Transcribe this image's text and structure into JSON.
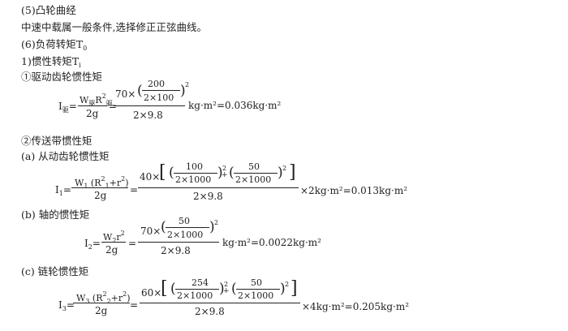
{
  "section5": {
    "heading": "(5)凸轮曲经",
    "text": "中速中载属一般条件,选择修正正弦曲线。"
  },
  "section6": {
    "heading": "(6)负荷转矩",
    "heading_symbol": "T",
    "heading_sub": "0"
  },
  "inertia": {
    "heading": "1)惯性转矩",
    "heading_symbol": "T",
    "heading_sub": "i"
  },
  "drive_gear": {
    "title": "①驱动齿轮惯性矩",
    "lhs_I": "I",
    "lhs_sub": "驱",
    "eq": "=",
    "num_W": "W",
    "num_W_sub": "驱",
    "num_R": "R",
    "num_R_sup": "2",
    "num_R_sub": "驱",
    "den": "2g",
    "eq2": "=",
    "num2_coef": "70×",
    "num2_inner_num": "200",
    "num2_inner_den": "2×100",
    "num2_exp": "2",
    "den2": "2×9.8",
    "result": "kg·m²=0.036kg·m²"
  },
  "belt": {
    "title": "②传送带惯性矩"
  },
  "driven_gear": {
    "title": "(a) 从动齿轮惯性矩",
    "lhs_I": "I",
    "lhs_sub": "1",
    "eq": "=",
    "num": "W",
    "num_sub": "1",
    "num_rest": "(R",
    "num_R_sup": "2",
    "num_R_sub": "1",
    "num_plus": "+r",
    "num_r_sup": "2",
    "num_close": ")",
    "den": "2g",
    "eq2": "=",
    "num2_coef": "40×",
    "term1_num": "100",
    "term1_den": "2×1000",
    "term1_exp": "2",
    "plus": "+",
    "term2_num": "50",
    "term2_den": "2×1000",
    "term2_exp": "2",
    "den2": "2×9.8",
    "result": "×2kg·m²=0.013kg·m²"
  },
  "shaft": {
    "title": "(b) 轴的惯性矩",
    "lhs_I": "I",
    "lhs_sub": "2",
    "eq": "=",
    "num": "W",
    "num_sub": "2",
    "num_r": "r",
    "num_r_sup": "2",
    "den": "2g",
    "eq2": "=",
    "num2_coef": "70×",
    "inner_num": "50",
    "inner_den": "2×1000",
    "exp": "2",
    "den2": "2×9.8",
    "result": "kg·m²=0.0022kg·m²"
  },
  "sprocket": {
    "title": "(c) 链轮惯性矩",
    "lhs_I": "I",
    "lhs_sub": "3",
    "eq": "=",
    "num": "W",
    "num_sub": "3",
    "num_rest": "(R",
    "num_R_sup": "2",
    "num_R_sub": "2",
    "num_plus": "+r",
    "num_r_sup": "2",
    "num_close": ")",
    "den": "2g",
    "eq2": "=",
    "num2_coef": "60×",
    "term1_num": "254",
    "term1_den": "2×1000",
    "term1_exp": "2",
    "plus": "+",
    "term2_num": "50",
    "term2_den": "2×1000",
    "term2_exp": "2",
    "den2": "2×9.8",
    "result": "×4kg·m²=0.205kg·m²"
  }
}
